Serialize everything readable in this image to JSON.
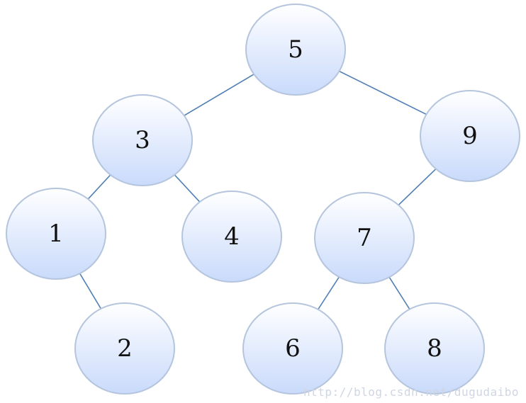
{
  "tree": {
    "nodes": [
      {
        "id": "5",
        "label": "5"
      },
      {
        "id": "3",
        "label": "3"
      },
      {
        "id": "9",
        "label": "9"
      },
      {
        "id": "1",
        "label": "1"
      },
      {
        "id": "4",
        "label": "4"
      },
      {
        "id": "7",
        "label": "7"
      },
      {
        "id": "2",
        "label": "2"
      },
      {
        "id": "6",
        "label": "6"
      },
      {
        "id": "8",
        "label": "8"
      }
    ],
    "edges": [
      {
        "from": "5",
        "to": "3"
      },
      {
        "from": "5",
        "to": "9"
      },
      {
        "from": "3",
        "to": "1"
      },
      {
        "from": "3",
        "to": "4"
      },
      {
        "from": "9",
        "to": "7"
      },
      {
        "from": "1",
        "to": "2"
      },
      {
        "from": "7",
        "to": "6"
      },
      {
        "from": "7",
        "to": "8"
      }
    ]
  },
  "watermark": {
    "text": "http://blog.csdn.net/dugudaibo"
  },
  "colors": {
    "edge": "#4f7fb4",
    "node_fill_top": "#ffffff",
    "node_fill_bottom": "#c9dafb",
    "node_stroke": "#b4c5dd"
  }
}
